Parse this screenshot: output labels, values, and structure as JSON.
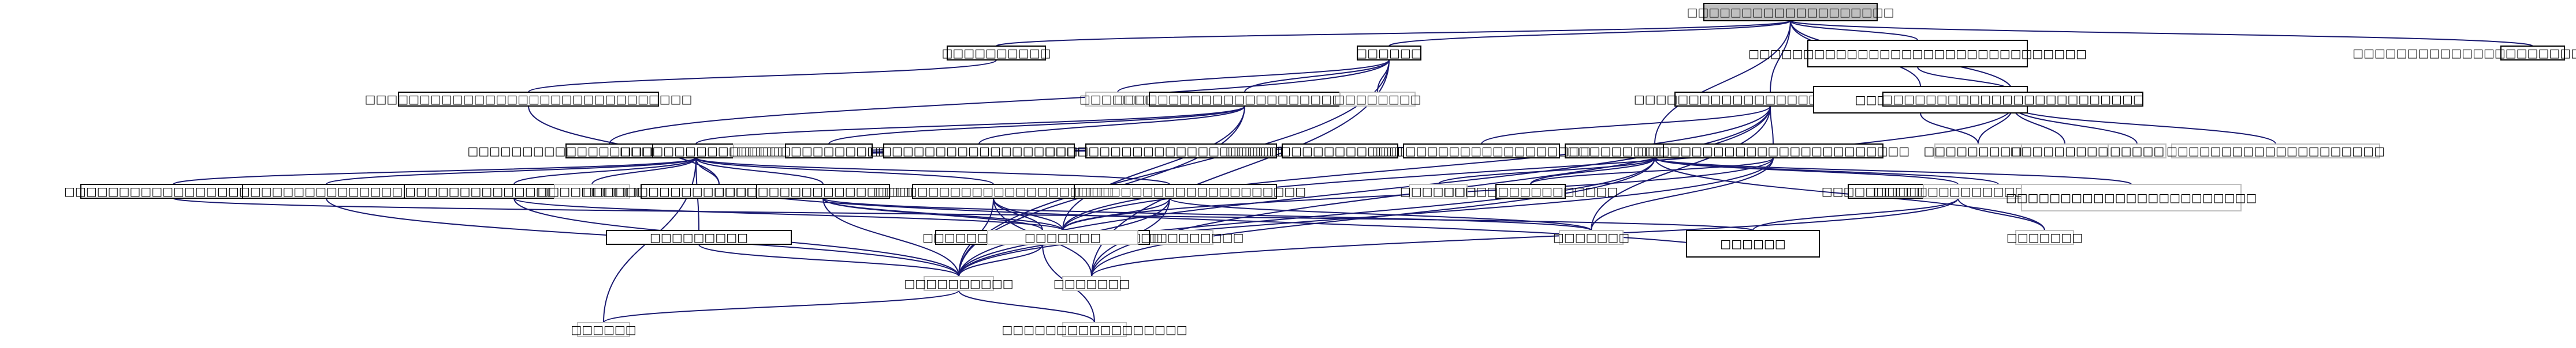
{
  "graph": {
    "description_visible_labels_note": "",
    "edge_color": "#191970",
    "root_fill": "#bfbfbf",
    "external_border": "#bfbfbf",
    "nodes": [
      {
        "id": "root",
        "label": "□□□□□□□□□□□□□□□□□□□",
        "kind": "root"
      },
      {
        "id": "n1",
        "label": "□□□□□□□□□□",
        "kind": "normal"
      },
      {
        "id": "n2",
        "label": "□□□□□□",
        "kind": "normal"
      },
      {
        "id": "n3",
        "label": "□□□□□□□□□□□□□□□□□□□□□□□□□□□□□□□",
        "kind": "normal"
      },
      {
        "id": "n4",
        "label": "□□□□□□□□□□□□□□□□□□□□□□□□□□□□□□□□□",
        "kind": "normal"
      },
      {
        "id": "n5",
        "label": "□□□□□□□□□□□□□□□□□□□□□□□□□□□□□□",
        "kind": "normal"
      },
      {
        "id": "n6",
        "label": "□□□□□□□",
        "kind": "external"
      },
      {
        "id": "n7",
        "label": "□□□□□□□□□□□□□□□□□□□□□□□□",
        "kind": "normal"
      },
      {
        "id": "n8",
        "label": "□□□□□□□□",
        "kind": "external"
      },
      {
        "id": "n9",
        "label": "□□□□□□□□□□□□□□□□□□□□□□□□□",
        "kind": "normal"
      },
      {
        "id": "n10",
        "label": "□□□□□□□□□□□□",
        "kind": "normal"
      },
      {
        "id": "n11",
        "label": "□□□□□□□□□□□□□□□□□□□□□□□□",
        "kind": "normal"
      },
      {
        "id": "n12",
        "label": "□□□□□□□□□□□□□□□□□□□□□□□□□□",
        "kind": "normal"
      },
      {
        "id": "n13",
        "label": "□□□□□□□□□□□□□□□□□□□□□□□□□□",
        "kind": "normal"
      },
      {
        "id": "n14",
        "label": "□□□□□□□□□□",
        "kind": "external"
      },
      {
        "id": "n15",
        "label": "□□□□□□□□□□",
        "kind": "external"
      },
      {
        "id": "n16",
        "label": "□□□□□",
        "kind": "external"
      },
      {
        "id": "n17",
        "label": "□□□□□□□□□□□□□□□□□□□□",
        "kind": "external"
      },
      {
        "id": "n18",
        "label": "□□□□□□□□□□□□□□",
        "kind": "normal"
      },
      {
        "id": "n19",
        "label": "□□□□□□",
        "kind": "external"
      },
      {
        "id": "n20",
        "label": "□□□□□□□□□□□□□□□□□",
        "kind": "normal"
      },
      {
        "id": "n21",
        "label": "□□□□□□□□□□□□□□□□□□□□",
        "kind": "normal"
      },
      {
        "id": "n22",
        "label": "□□□□□□□□□□□□□□□□□□□□□□□□□",
        "kind": "normal"
      },
      {
        "id": "n23",
        "label": "□□□□□□□□□□□□□□□□□□□□□",
        "kind": "normal"
      },
      {
        "id": "n24",
        "label": "□□□□□□□□□□□□□□□□□□□□",
        "kind": "normal"
      },
      {
        "id": "n25",
        "label": "□□□□□□□□□□□□□□□□□□□□□□□□□",
        "kind": "normal"
      },
      {
        "id": "n26",
        "label": "□□□□□□□□□□□□□□□□□□□□□□□□□",
        "kind": "normal"
      },
      {
        "id": "n27",
        "label": "□□□□□□□□□□□□□□□□□□□□□□□□□",
        "kind": "normal"
      },
      {
        "id": "n28",
        "label": "□□□□□□□",
        "kind": "external"
      },
      {
        "id": "n29",
        "label": "□□□□□□□□□□□□□□□□",
        "kind": "normal"
      },
      {
        "id": "n30",
        "label": "□□□□□□□□□□□□□□□□□□□□",
        "kind": "normal"
      },
      {
        "id": "n31",
        "label": "□□□□□□□□□□□□□□□□□□□□",
        "kind": "normal"
      },
      {
        "id": "n32",
        "label": "□□□□□□□□□□□□□□□□□□□□",
        "kind": "normal"
      },
      {
        "id": "n33",
        "label": "□□□□□□□□□□",
        "kind": "external"
      },
      {
        "id": "n34",
        "label": "□□□□□□□□□□□□□□□□□□□□□□□□□",
        "kind": "normal"
      },
      {
        "id": "n35",
        "label": "□□□□□□□□□□□□□□□□□□□□",
        "kind": "normal"
      },
      {
        "id": "n36",
        "label": "□□□□□□□□□□□□□□□□□□□□□□",
        "kind": "normal"
      },
      {
        "id": "n37",
        "label": "□□□□□□□□□□□□□□□□□□□□□□□",
        "kind": "external"
      },
      {
        "id": "n38",
        "label": "□□□□□□□□□□□□□□□□□□□□□□□",
        "kind": "external"
      },
      {
        "id": "n39",
        "label": "□□□□□□",
        "kind": "normal"
      },
      {
        "id": "n40",
        "label": "□□□□□□□",
        "kind": "external"
      },
      {
        "id": "n41",
        "label": "□□□□□□□□□□□□",
        "kind": "external"
      },
      {
        "id": "n42",
        "label": "□□□□□□□□□□□□□□□□□□□□□□",
        "kind": "normal"
      },
      {
        "id": "n43",
        "label": "□□□□□□□□□□",
        "kind": "external"
      },
      {
        "id": "n44",
        "label": "□□□□□□□",
        "kind": "external"
      },
      {
        "id": "n45",
        "label": "□□□□□□□",
        "kind": "external"
      },
      {
        "id": "n46",
        "label": "□□□□□□□□□",
        "kind": "normal"
      },
      {
        "id": "n47",
        "label": "□□□□□□□",
        "kind": "external"
      },
      {
        "id": "n48",
        "label": "□□□□□□□□□□□□□□□□□",
        "kind": "external"
      },
      {
        "id": "n49",
        "label": "□□□□□□",
        "kind": "external"
      }
    ]
  }
}
